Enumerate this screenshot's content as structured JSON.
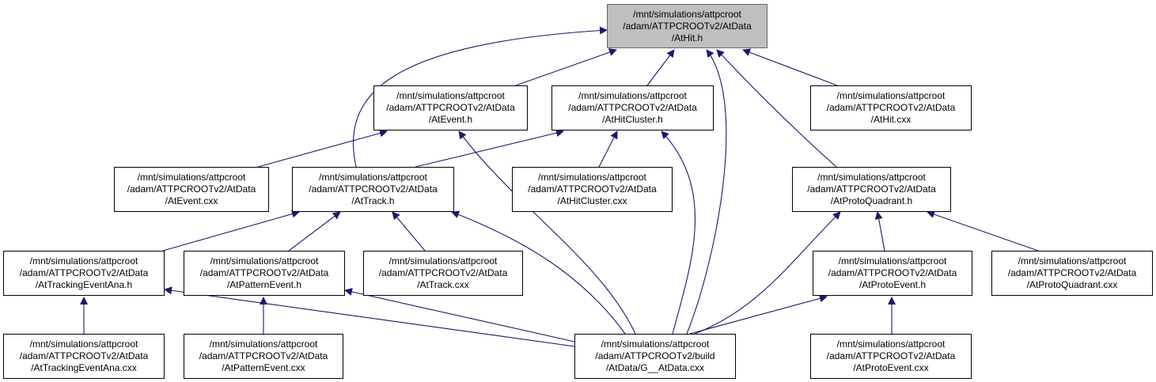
{
  "colors": {
    "edge": "#191970",
    "root_fill": "#bfbfbf",
    "root_border": "#666666",
    "node_border": "#000000"
  },
  "nodes": {
    "athit_h": {
      "lines": [
        "/mnt/simulations/attpcroot",
        "/adam/ATTPCROOTv2/AtData",
        "/AtHit.h"
      ]
    },
    "atevent_h": {
      "lines": [
        "/mnt/simulations/attpcroot",
        "/adam/ATTPCROOTv2/AtData",
        "/AtEvent.h"
      ]
    },
    "athitcluster_h": {
      "lines": [
        "/mnt/simulations/attpcroot",
        "/adam/ATTPCROOTv2/AtData",
        "/AtHitCluster.h"
      ]
    },
    "athit_cxx": {
      "lines": [
        "/mnt/simulations/attpcroot",
        "/adam/ATTPCROOTv2/AtData",
        "/AtHit.cxx"
      ]
    },
    "atevent_cxx": {
      "lines": [
        "/mnt/simulations/attpcroot",
        "/adam/ATTPCROOTv2/AtData",
        "/AtEvent.cxx"
      ]
    },
    "attrack_h": {
      "lines": [
        "/mnt/simulations/attpcroot",
        "/adam/ATTPCROOTv2/AtData",
        "/AtTrack.h"
      ]
    },
    "athitcluster_cxx": {
      "lines": [
        "/mnt/simulations/attpcroot",
        "/adam/ATTPCROOTv2/AtData",
        "/AtHitCluster.cxx"
      ]
    },
    "atprotoquadrant_h": {
      "lines": [
        "/mnt/simulations/attpcroot",
        "/adam/ATTPCROOTv2/AtData",
        "/AtProtoQuadrant.h"
      ]
    },
    "attrackingeventana_h": {
      "lines": [
        "/mnt/simulations/attpcroot",
        "/adam/ATTPCROOTv2/AtData",
        "/AtTrackingEventAna.h"
      ]
    },
    "atpatternevent_h": {
      "lines": [
        "/mnt/simulations/attpcroot",
        "/adam/ATTPCROOTv2/AtData",
        "/AtPatternEvent.h"
      ]
    },
    "attrack_cxx": {
      "lines": [
        "/mnt/simulations/attpcroot",
        "/adam/ATTPCROOTv2/AtData",
        "/AtTrack.cxx"
      ]
    },
    "atprotoevent_h": {
      "lines": [
        "/mnt/simulations/attpcroot",
        "/adam/ATTPCROOTv2/AtData",
        "/AtProtoEvent.h"
      ]
    },
    "atprotoquadrant_cxx": {
      "lines": [
        "/mnt/simulations/attpcroot",
        "/adam/ATTPCROOTv2/AtData",
        "/AtProtoQuadrant.cxx"
      ]
    },
    "attrackingeventana_cxx": {
      "lines": [
        "/mnt/simulations/attpcroot",
        "/adam/ATTPCROOTv2/AtData",
        "/AtTrackingEventAna.cxx"
      ]
    },
    "atpatternevent_cxx": {
      "lines": [
        "/mnt/simulations/attpcroot",
        "/adam/ATTPCROOTv2/AtData",
        "/AtPatternEvent.cxx"
      ]
    },
    "g_atdata_cxx": {
      "lines": [
        "/mnt/simulations/attpcroot",
        "/adam/ATTPCROOTv2/build",
        "/AtData/G__AtData.cxx"
      ]
    },
    "atprotoevent_cxx": {
      "lines": [
        "/mnt/simulations/attpcroot",
        "/adam/ATTPCROOTv2/AtData",
        "/AtProtoEvent.cxx"
      ]
    }
  }
}
